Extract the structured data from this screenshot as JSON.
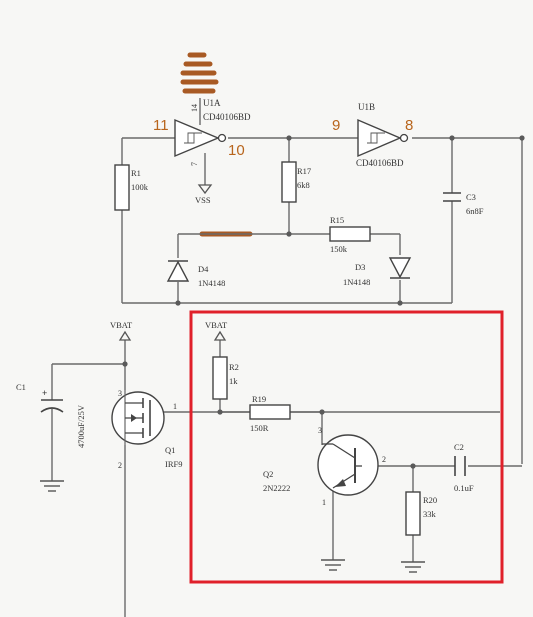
{
  "schematic": {
    "u1a": {
      "ref": "U1A",
      "part": "CD40106BD",
      "pin_in": "11",
      "pin_out": "10",
      "pin_vdd": "14",
      "pin_vss": "7",
      "vss_label": "VSS"
    },
    "u1b": {
      "ref": "U1B",
      "part": "CD40106BD",
      "pin_in": "9",
      "pin_out": "8"
    },
    "r1": {
      "ref": "R1",
      "value": "100k"
    },
    "r17": {
      "ref": "R17",
      "value": "6k8"
    },
    "r15": {
      "ref": "R15",
      "value": "150k"
    },
    "c3": {
      "ref": "C3",
      "value": "6n8F"
    },
    "d4": {
      "ref": "D4",
      "value": "1N4148"
    },
    "d3": {
      "ref": "D3",
      "value": "1N4148"
    },
    "c1": {
      "ref": "C1",
      "value": "4700uF/25V"
    },
    "q1": {
      "ref": "Q1",
      "value": "IRF9",
      "pin_s": "3",
      "pin_d": "2",
      "pin_g": "1"
    },
    "vbat_left": "VBAT",
    "vbat_right": "VBAT",
    "r2": {
      "ref": "R2",
      "value": "1k"
    },
    "r19": {
      "ref": "R19",
      "value": "150R"
    },
    "q2": {
      "ref": "Q2",
      "value": "2N2222",
      "pin_c": "3",
      "pin_b": "2",
      "pin_e": "1"
    },
    "c2": {
      "ref": "C2",
      "value": "0.1uF"
    },
    "r20": {
      "ref": "R20",
      "value": "33k"
    }
  },
  "colors": {
    "highlight_box": "#e0202a",
    "pin_annotation": "#b8651c",
    "brown_mark": "#a85a24"
  }
}
